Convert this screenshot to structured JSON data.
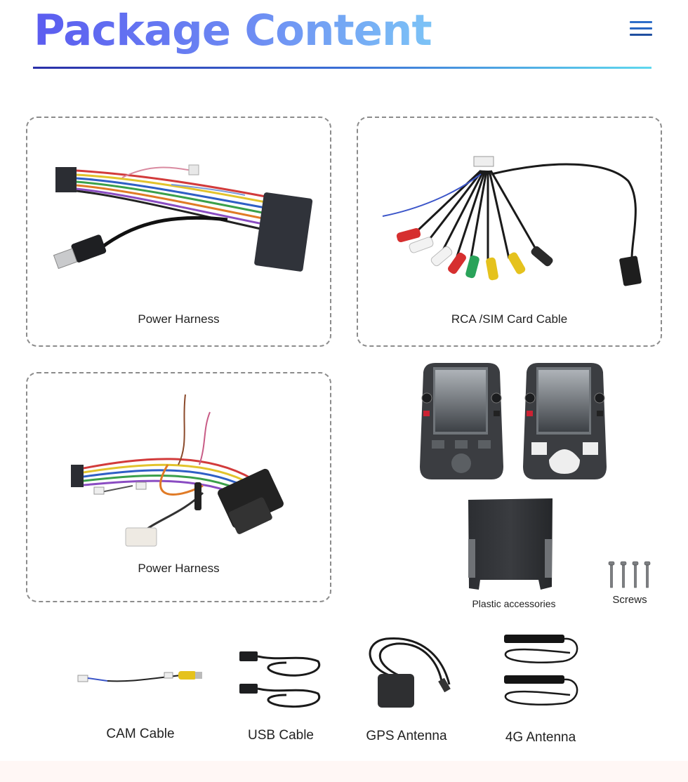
{
  "header": {
    "title": "Package Content",
    "menu_icon": "hamburger-menu-icon"
  },
  "items": {
    "power_harness_1": "Power Harness",
    "rca_sim_cable": "RCA /SIM Card Cable",
    "power_harness_2": "Power Harness",
    "plastic_accessories": "Plastic accessories",
    "screws": "Screws",
    "cam_cable": "CAM Cable",
    "usb_cable": "USB Cable",
    "gps_antenna": "GPS Antenna",
    "antenna_4g": "4G Antenna"
  },
  "colors": {
    "title_gradient": [
      "#5b5cf0",
      "#7cc3f6"
    ],
    "rule_gradient": [
      "#2a2fa8",
      "#5fd8ee"
    ],
    "card_border": "#8c8c8c"
  }
}
